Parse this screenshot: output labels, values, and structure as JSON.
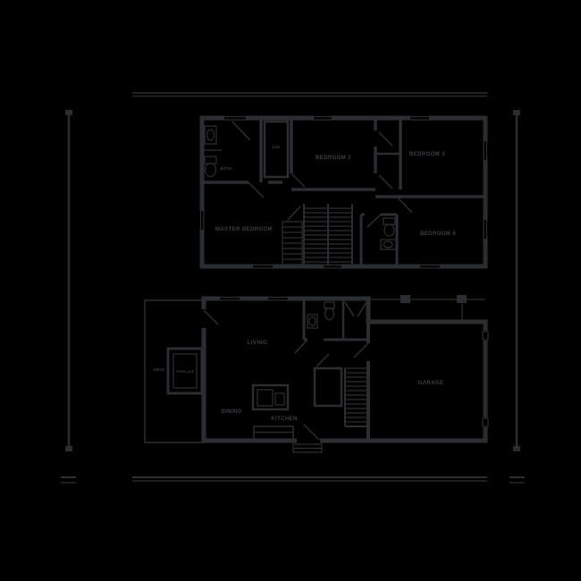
{
  "colors": {
    "background": "#000000",
    "line": "#2b2e31",
    "text": "#3a3e43"
  },
  "plan": {
    "upper_floor": {
      "labels": {
        "bath": "BATH",
        "linen": "LIN",
        "bedroom2": "BEDROOM 2",
        "bedroom3": "BEDROOM 3",
        "master": "MASTER BEDROOM",
        "bedroom4": "BEDROOM 4"
      }
    },
    "lower_floor": {
      "labels": {
        "deck": "DECK",
        "fireplace": "FIREPLACE",
        "living": "LIVING",
        "dining": "DINING",
        "kitchen": "KITCHEN",
        "garage": "GARAGE"
      }
    }
  }
}
